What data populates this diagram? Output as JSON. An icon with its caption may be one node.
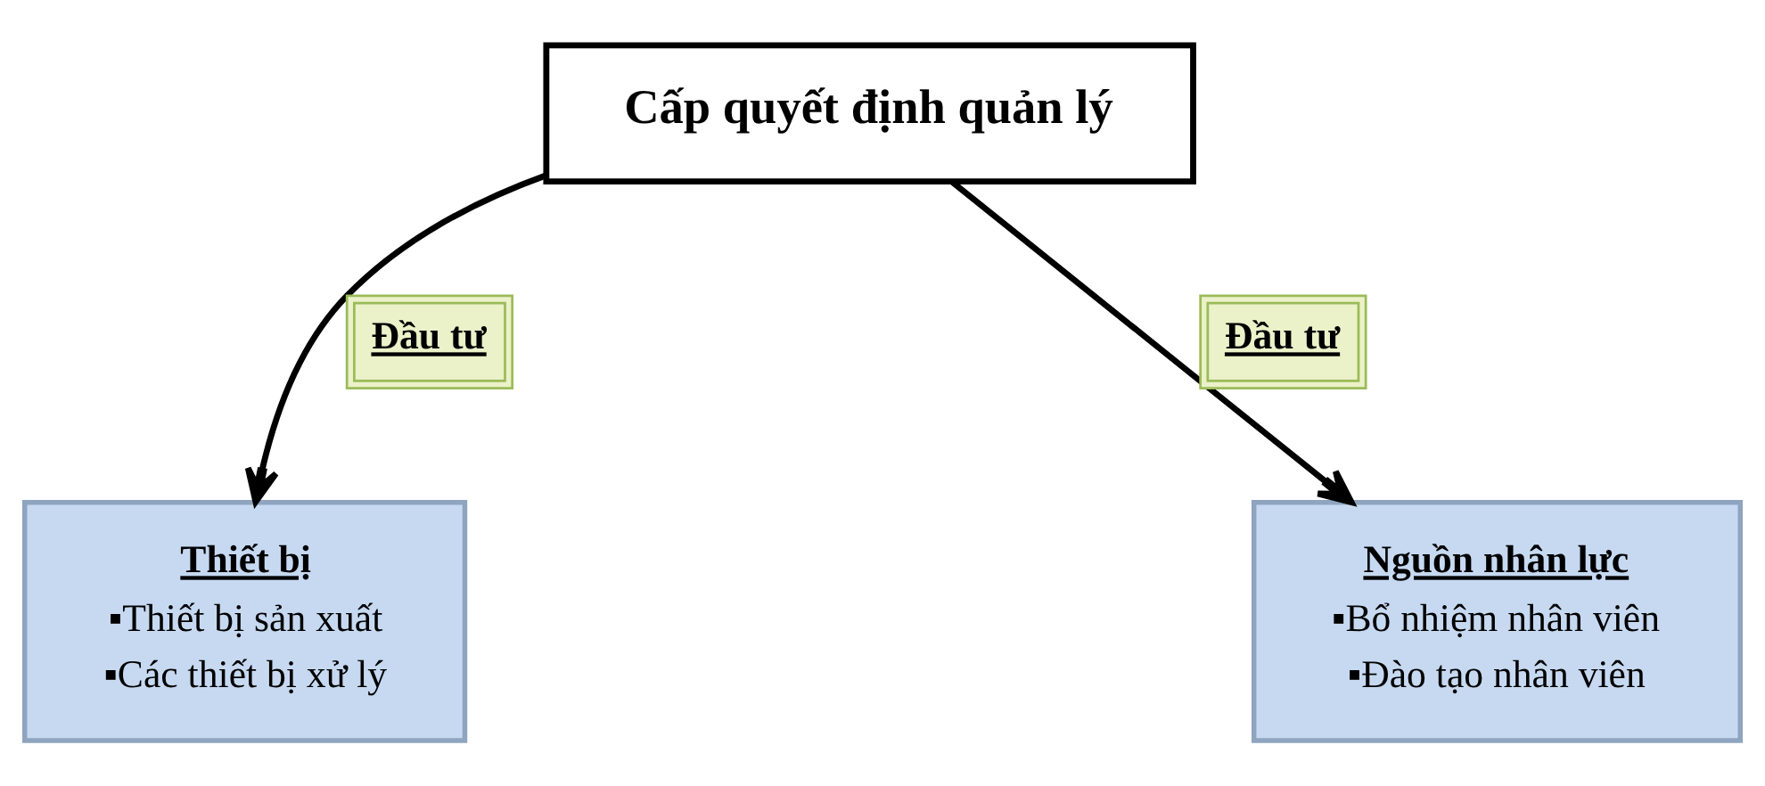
{
  "diagram": {
    "nodes": [
      {
        "text": [
          "Cấp quyết định quản lý"
        ]
      },
      {
        "text": [
          "Thiết bị",
          "▪Thiết bị sản xuất",
          "▪Các thiết bị xử lý"
        ]
      },
      {
        "text": [
          "Nguồn nhân lực",
          "▪Bổ nhiệm nhân viên",
          "▪Đào tạo nhân viên"
        ]
      }
    ],
    "edges": [
      {
        "from": 0,
        "to": 1,
        "arrow": "to",
        "label": "Đầu tư"
      },
      {
        "from": 0,
        "to": 2,
        "arrow": "to",
        "label": "Đầu tư"
      }
    ]
  }
}
